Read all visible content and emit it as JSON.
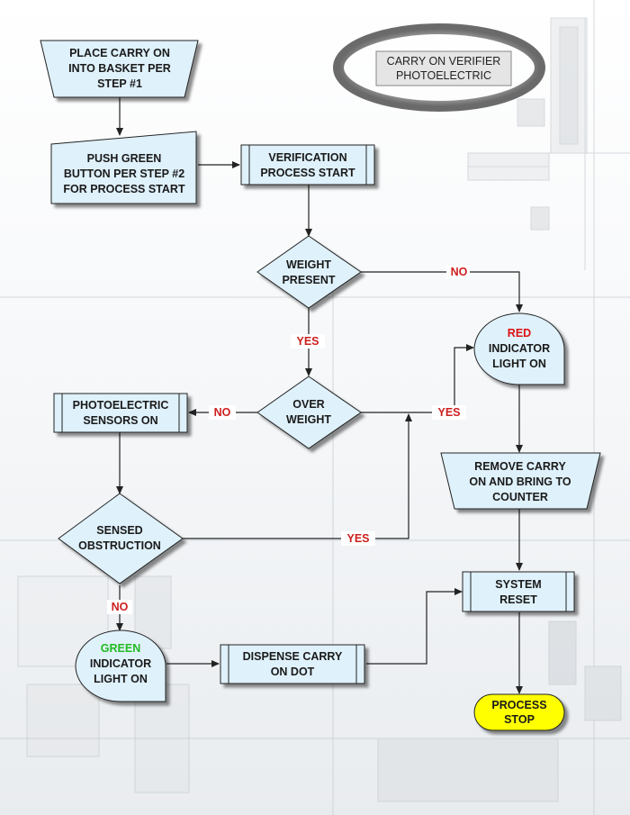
{
  "title": {
    "line1": "CARRY ON VERIFIER",
    "line2": "PHOTOELECTRIC"
  },
  "nodes": {
    "place_carry_on": {
      "line1": "PLACE CARRY ON",
      "line2": "INTO BASKET PER",
      "line3": "STEP #1"
    },
    "push_green_button": {
      "line1": "PUSH GREEN",
      "line2": "BUTTON PER STEP #2",
      "line3": "FOR PROCESS START"
    },
    "verification_start": {
      "line1": "VERIFICATION",
      "line2": "PROCESS START"
    },
    "weight_present": {
      "line1": "WEIGHT",
      "line2": "PRESENT"
    },
    "red_indicator": {
      "line1": "RED",
      "line2": "INDICATOR",
      "line3": "LIGHT ON"
    },
    "over_weight": {
      "line1": "OVER",
      "line2": "WEIGHT"
    },
    "photoelectric_sensors": {
      "line1": "PHOTOELECTRIC",
      "line2": "SENSORS ON"
    },
    "remove_carry_on": {
      "line1": "REMOVE CARRY",
      "line2": "ON  AND BRING TO",
      "line3": "COUNTER"
    },
    "sensed_obstruction": {
      "line1": "SENSED",
      "line2": "OBSTRUCTION"
    },
    "system_reset": {
      "line1": "SYSTEM",
      "line2": "RESET"
    },
    "green_indicator": {
      "line1": "GREEN",
      "line2": "INDICATOR",
      "line3": "LIGHT ON"
    },
    "dispense_carry_on": {
      "line1": "DISPENSE CARRY",
      "line2": "ON DOT"
    },
    "process_stop": {
      "line1": "PROCESS",
      "line2": "STOP"
    }
  },
  "edge_labels": {
    "weight_no": "NO",
    "weight_yes": "YES",
    "overweight_no": "NO",
    "overweight_yes": "YES",
    "obstruction_yes": "YES",
    "obstruction_no": "NO"
  },
  "colors": {
    "node_fill": "#dff1fb",
    "terminator_fill": "#ffff00",
    "edge_label": "#cc1f1f",
    "green_text": "#22bb22",
    "red_text": "#dd1111"
  }
}
